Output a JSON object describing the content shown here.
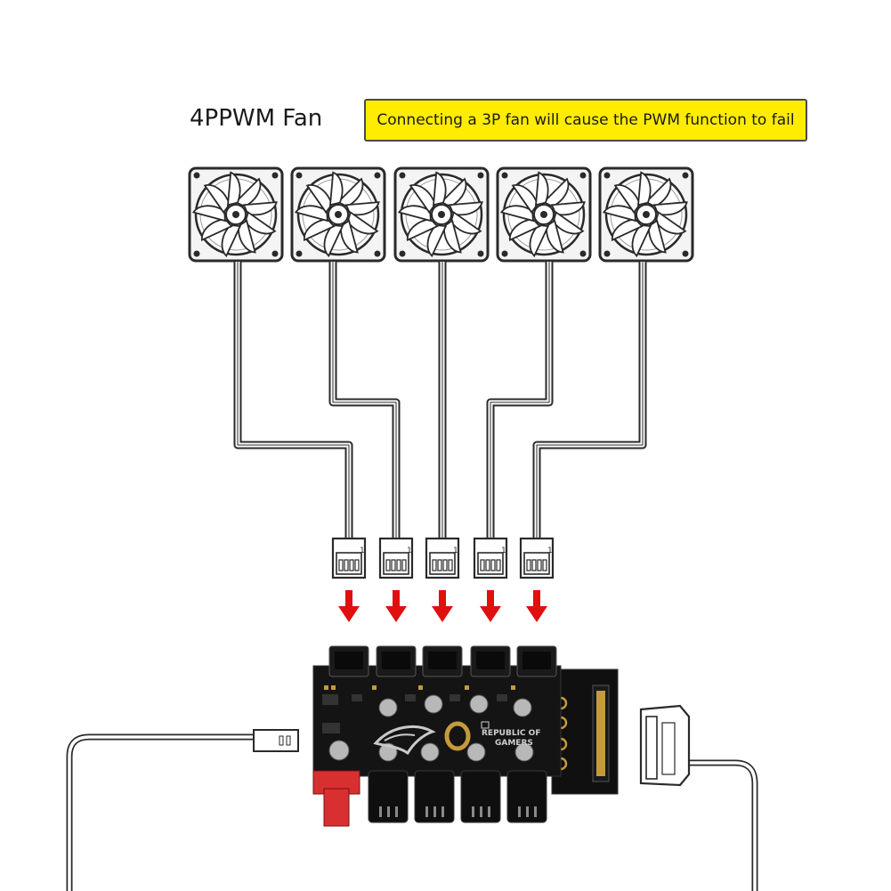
{
  "diagram": {
    "title": "4PPWM Fan",
    "warning": "Connecting a 3P fan will cause the PWM function to fail",
    "fan_connector_pin_label": "1",
    "hub_logo": {
      "line1": "REPUBLIC OF",
      "line2": "GAMERS"
    }
  },
  "colors": {
    "warning_background": "#ffec00",
    "arrow": "#e01010",
    "pcb": "#141414",
    "power_connector": "#d83030"
  },
  "icons": {
    "fan": "fan-icon",
    "arrow": "arrow-down-icon",
    "connector": "connector-icon"
  }
}
